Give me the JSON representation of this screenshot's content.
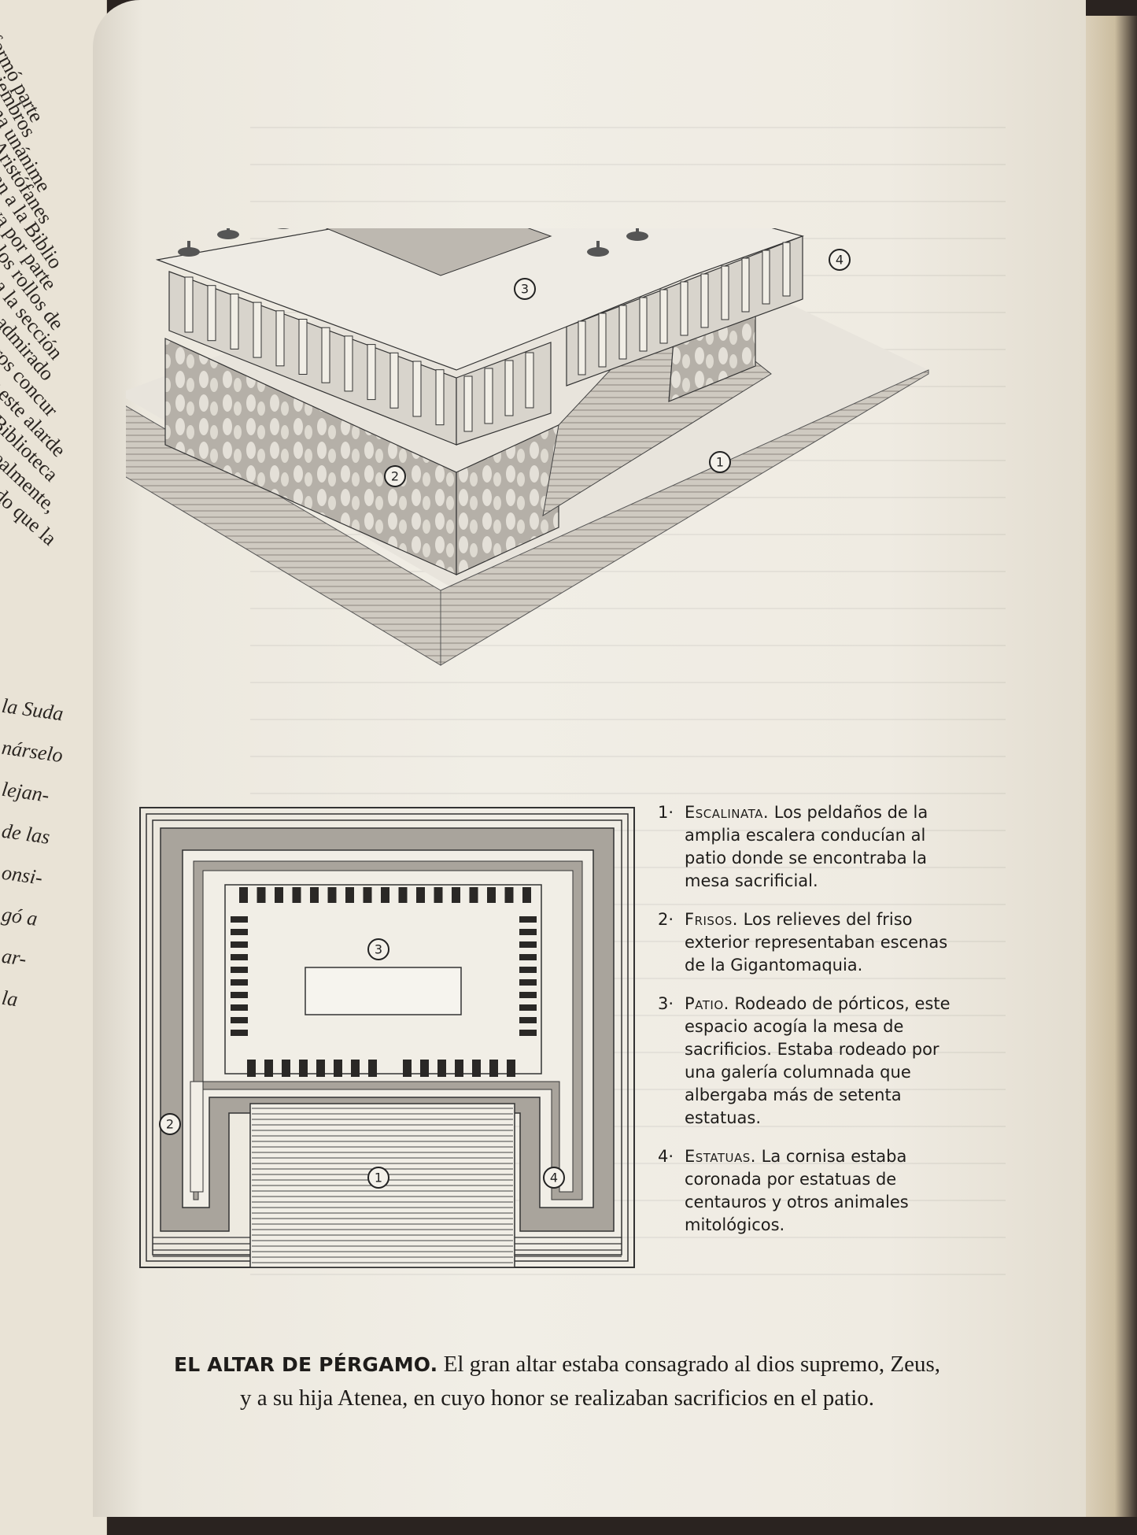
{
  "left_page": {
    "top_lines": [
      "es formó parte",
      "s miembros",
      "orma unánime",
      "o. Aristófanes",
      "aran a la Biblio",
      "tiva por parte",
      "n los rollos de",
      "s a la sección",
      "s admirado",
      "tros concur",
      "r este alarde",
      "Biblioteca",
      "ealmente,",
      "do que la"
    ],
    "lower_lines": [
      "la Suda",
      "nárselo",
      "lejan-",
      "de las",
      "onsi-",
      "gó a",
      "ar-",
      "la"
    ]
  },
  "illustration": {
    "iso_labels": [
      "1",
      "2",
      "3",
      "4"
    ],
    "plan_labels": [
      "1",
      "2",
      "3",
      "4"
    ]
  },
  "legend": [
    {
      "num": "1·",
      "term": "Escalinata.",
      "text": "Los peldaños de la amplia escalera conducían al patio donde se encontraba la mesa sacrificial."
    },
    {
      "num": "2·",
      "term": "Frisos.",
      "text": "Los relieves del friso exterior representaban escenas de la Gigantomaquia."
    },
    {
      "num": "3·",
      "term": "Patio.",
      "text": "Rodeado de pórticos, este espacio acogía la mesa de sacrificios. Estaba rodeado por una galería columnada que albergaba más de setenta estatuas."
    },
    {
      "num": "4·",
      "term": "Estatuas.",
      "text": "La cornisa estaba coronada por estatuas de centauros y otros animales mitológicos."
    }
  ],
  "caption": {
    "title": "EL ALTAR DE PÉRGAMO.",
    "line1": "El gran altar estaba consagrado al dios supremo, Zeus,",
    "line2": "y a su hija Atenea, en cuyo honor se realizaban sacrificios en el patio."
  }
}
